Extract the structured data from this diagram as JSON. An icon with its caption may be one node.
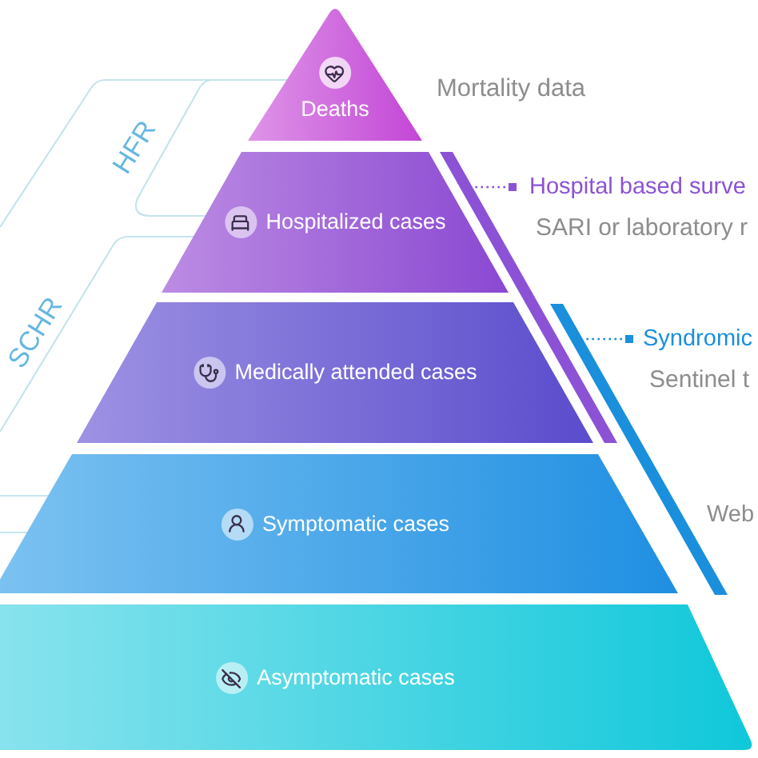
{
  "diagram": {
    "nodes": [
      {
        "text": [
          "Deaths"
        ],
        "beside": [
          "Mortality data"
        ]
      },
      {
        "text": [
          "Hospitalized cases"
        ]
      },
      {
        "text": [
          "Medically attended cases"
        ]
      },
      {
        "text": [
          "Symptomatic cases"
        ]
      },
      {
        "text": [
          "Asymptomatic cases"
        ]
      },
      {
        "text": [],
        "shape": "bar"
      },
      {
        "text": [
          "Hospital based surve",
          "SARI or laboratory r"
        ]
      },
      {
        "text": [],
        "shape": "bar"
      },
      {
        "text": [
          "Syndromic",
          "Sentinel t"
        ]
      }
    ],
    "edges": [
      {
        "from": 6,
        "to": 5,
        "arrow": "other",
        "style": "dashed",
        "color": "#8b52d6"
      },
      {
        "from": 8,
        "to": 7,
        "arrow": "other",
        "style": "dashed",
        "color": "#1a8fdc"
      }
    ],
    "labels": [
      "HFR",
      "SCHR",
      "Web"
    ]
  }
}
